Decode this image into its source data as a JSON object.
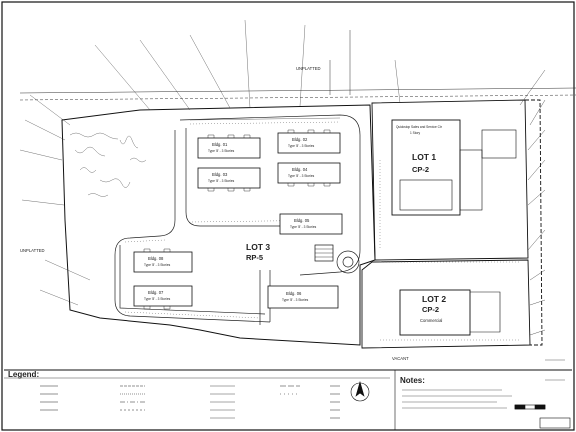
{
  "lots": [
    {
      "id": "lot1",
      "name": "LOT 1",
      "zone": "CP-2"
    },
    {
      "id": "lot2",
      "name": "LOT 2",
      "zone": "CP-2"
    },
    {
      "id": "lot3",
      "name": "LOT 3",
      "zone": "RP-5"
    }
  ],
  "buildings_main": [
    {
      "name": "Bldg. 01",
      "type": "Type '8' - 3 Stories"
    },
    {
      "name": "Bldg. 02",
      "type": "Type '8' - 3 Stories"
    },
    {
      "name": "Bldg. 03",
      "type": "Type '8' - 3 Stories"
    },
    {
      "name": "Bldg. 04",
      "type": "Type '8' - 3 Stories"
    },
    {
      "name": "Bldg. 05",
      "type": "Type '8' - 3 Stories"
    }
  ],
  "buildings_west": [
    {
      "name": "Bldg. 08",
      "type": "Type '8' - 3 Stories"
    },
    {
      "name": "Bldg. 07",
      "type": "Type '8' - 3 Stories"
    }
  ],
  "building_south": {
    "name": "Bldg. 06",
    "type": "Type '8' - 3 Stories"
  },
  "lot1_building": {
    "title": "Quickstop Sales and Service Ctr",
    "area": "1 Story",
    "label": "CP-2"
  },
  "lot2_label": "Commercial",
  "legend": {
    "title": "Legend:"
  },
  "notes": {
    "title": "Notes:"
  },
  "callouts": {
    "unplatted_top": "UNPLATTED",
    "unplatted_left": "UNPLATTED",
    "vacant": "VACANT"
  }
}
